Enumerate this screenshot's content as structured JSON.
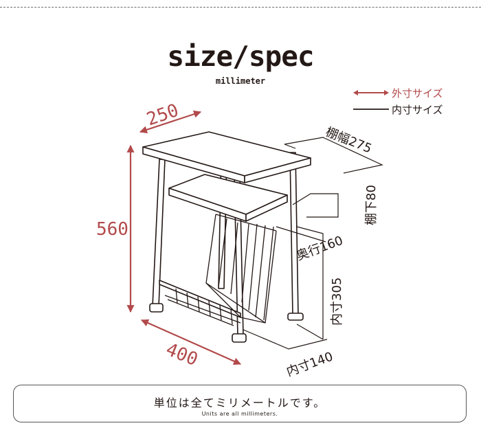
{
  "header": {
    "title": "size/spec",
    "subtitle": "millimeter"
  },
  "legend": {
    "outer_label": "外寸サイズ",
    "inner_label": "内寸サイズ",
    "outer_color": "#b24a4b",
    "inner_color": "#231815"
  },
  "dimensions": {
    "width_top": "250",
    "height": "560",
    "depth": "400",
    "shelf_width": "棚幅275",
    "shelf_under": "棚下80",
    "shelf_depth": "奥行160",
    "inner_height": "内寸305",
    "inner_depth": "内寸140"
  },
  "note": {
    "main": "単位は全てミリメートルです。",
    "sub": "Units are all millimeters."
  }
}
